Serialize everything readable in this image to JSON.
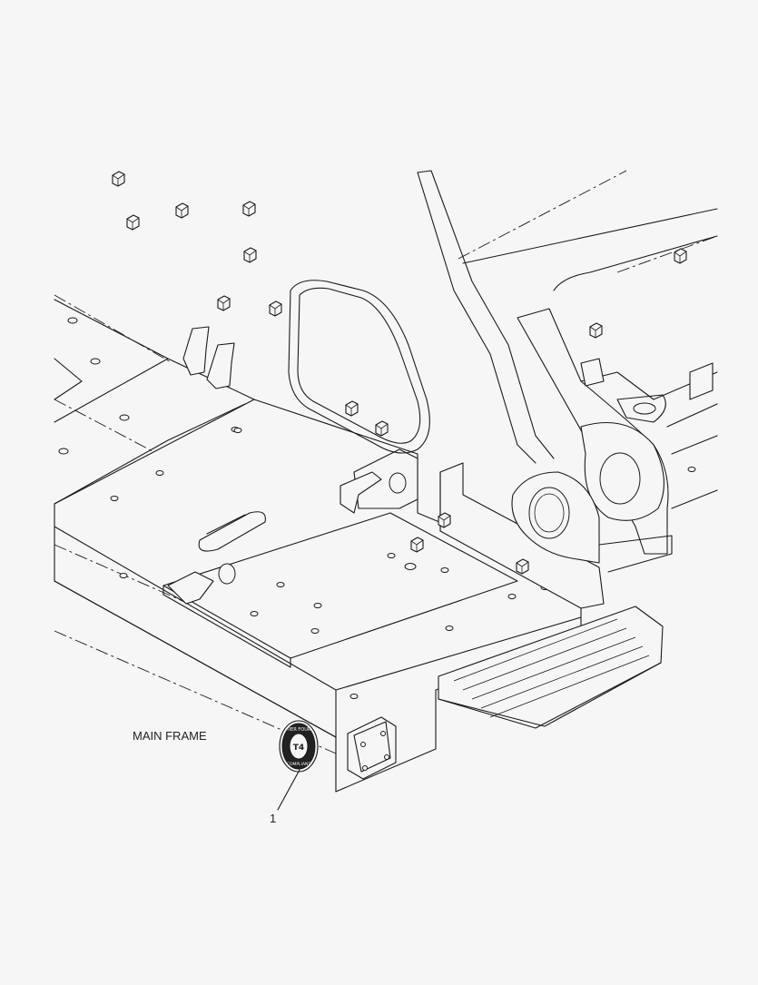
{
  "labels": {
    "main_frame": "MAIN FRAME",
    "callout_1": "1"
  },
  "decal": {
    "top_text": "TIER FOUR",
    "bottom_text": "COMPLIANT",
    "center": "T4"
  },
  "colors": {
    "background": "#f6f6f6",
    "line": "#1a1a1a"
  }
}
